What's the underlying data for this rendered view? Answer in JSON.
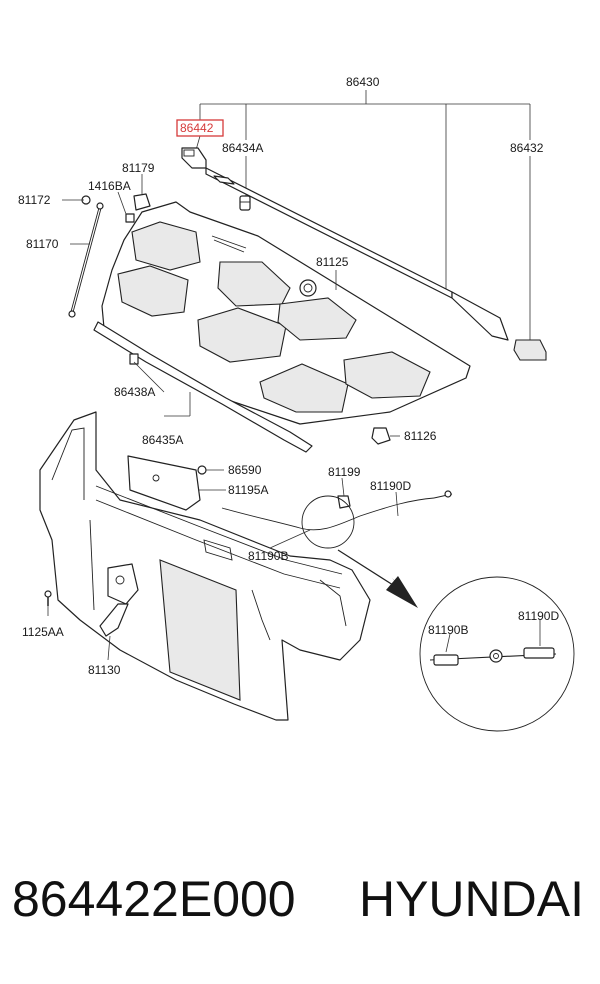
{
  "diagram": {
    "callouts": {
      "c86430": "86430",
      "c86442": "86442",
      "c86434A": "86434A",
      "c86432": "86432",
      "c81179": "81179",
      "c1416BA": "1416BA",
      "c81172": "81172",
      "c81170": "81170",
      "c81125": "81125",
      "c86438A": "86438A",
      "c86435A": "86435A",
      "c81126": "81126",
      "c86590": "86590",
      "c81195A": "81195A",
      "c81199": "81199",
      "c81190D": "81190D",
      "c81190B": "81190B",
      "c1125AA": "1125AA",
      "c81130": "81130",
      "c81190B_detail": "81190B",
      "c81190D_detail": "81190D"
    },
    "highlighted_part": "86442",
    "highlight_color": "#d63a3a"
  },
  "footer": {
    "part_number": "864422E000",
    "brand": "HYUNDAI"
  }
}
